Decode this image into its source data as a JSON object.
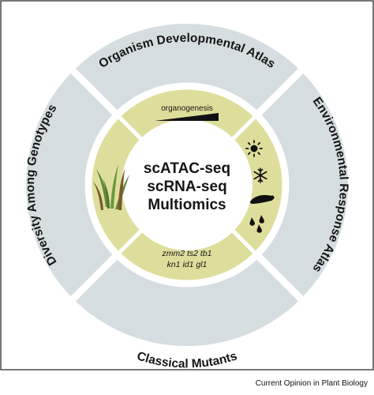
{
  "outer_ring": {
    "top": "Organism Developmental Atlas",
    "right": "Environmental Response Atlas",
    "bottom": "Classical Mutants",
    "left": "Diversity Among Genotypes"
  },
  "center": {
    "line1": "scATAC-seq",
    "line2": "scRNA-seq",
    "line3": "Multiomics"
  },
  "inner_ring": {
    "top_label": "organogenesis",
    "bottom_genes": [
      "zmm2 ts2 tb1",
      "kn1 id1 gl1"
    ],
    "right_icons": [
      "sun-icon",
      "snowflake-icon",
      "caterpillar-icon",
      "water-drops-icon"
    ],
    "left_icon": "plant-seedlings-icon"
  },
  "credit": "Current Opinion in Plant Biology",
  "colors": {
    "outer_ring": "#d6dde0",
    "inner_ring": "#dede9c",
    "center": "#ffffff",
    "divider": "#ffffff",
    "plant_green": "#5f8a3b",
    "plant_brown": "#7a5a2c"
  }
}
